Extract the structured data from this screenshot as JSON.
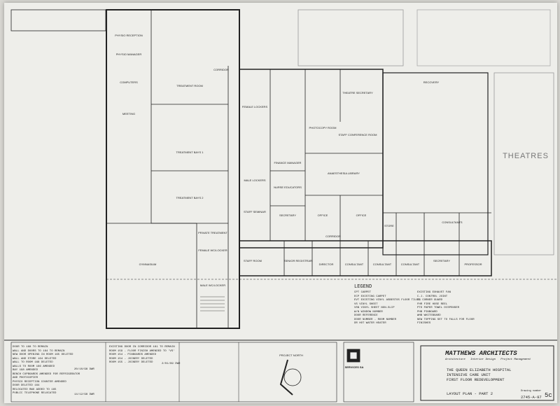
{
  "rooms": {
    "theatres": "THEATRES",
    "recovery": "RECOVERY",
    "theatre_secretary": "THEATRE SECRETARY",
    "treatment_room": "TREATMENT ROOM",
    "treatment_bays_1": "TREATMENT BAYS 1",
    "treatment_bays_2": "TREATMENT BAYS 2",
    "gymnasium": "GYMNASIUM",
    "staff_room": "STAFF ROOM",
    "senior_registrar": "SENIOR REGISTRAR",
    "director": "DIRECTOR",
    "consultant": "CONSULTANT",
    "secretary": "SECRETARY",
    "professor": "PROFESSOR",
    "store": "STORE",
    "consultants": "CONSULTANTS",
    "library": "ANAESTHESIA LIBRARY",
    "office": "OFFICE",
    "photocopy": "PHOTOCOPY ROOM",
    "conference": "STAFF CONFERENCE ROOM",
    "finance": "FINANCE MANAGER",
    "nurse_educators": "NURSE EDUCATORS",
    "female_lockers": "FEMALE LOCKERS",
    "male_lockers": "MALE LOCKERS",
    "private_treatment": "PRIVATE TREATMENT",
    "female_wc": "FEMALE WC/LOCKER",
    "male_wc": "MALE WC/LOCKER",
    "corridor": "CORRIDOR",
    "physio_manager": "PHYSIO MANAGER",
    "computers": "COMPUTERS",
    "meeting": "MEETING",
    "physio_reception": "PHYSIO RECEPTION",
    "staff_seminar": "STAFF SEMINAR"
  },
  "legend": {
    "title": "LEGEND",
    "left": [
      "CPT  CARPET",
      "ECP  EXISTING CARPET",
      "EVT  EXISTING VINYL ASBESTOS FLOOR TILES",
      "VS   VINYL SHEET",
      "VSN  VINYL SHEET NON-SLIP",
      "W/N  WINDOW NUMBER",
      "     DOOR REFERENCE",
      "     DOOR NUMBER - ROOM NUMBER",
      "     DR HOT WATER HEATER"
    ],
    "right": [
      "C.J.  CONTROL JOINT",
      "CG    CORNER GUARD",
      "FHR   FIRE HOSE REEL",
      "PTD   PAPER TOWEL DISPENSER",
      "PHB   PINBOARD",
      "WHB   WHITEBOARD",
      "      NEW TOPPING SET TO FALLS FOR FLOOR FINISHES"
    ],
    "exhaust": "EXISTING EXHAUST FAN"
  },
  "revisions": {
    "A": [
      "DOOR TO 168 TO REMAIN",
      "WALL AND DOORS TO 164 TO REMAIN",
      "NEW DOOR OPENING IN ROOM 165 DELETED",
      "WALL AND STORE 164 DELETED",
      "WALL TO ROOM 168 DELETED",
      "WALLS TO ROOM 166 AMENDED"
    ],
    "A_date": "20/10/98 DWR",
    "B": [
      "BAY 198 AMENDED",
      "BENCH CUPBOARDS AMENDED FOR REFRIGERATOR",
      "AND PHOTOCOPIER",
      "PHYSIO RECEPTION COUNTER AMENDED",
      "DOOR DELETED 164",
      "RELOCATED RWO ADDED TO 165",
      "PUBLIC TELEPHONE RELOCATED"
    ],
    "B_date": "14/12/98 DWR",
    "C": [
      "EXISTING DOOR IN CORRIDOR 181 TO REMAIN",
      "ROOM 159 - FLOOR FINISH AMENDED TO 'VS'",
      "ROOM 154 - PINBOARDS AMENDED",
      "ROOM 154 - JOINERY DELETED",
      "ROOM 155 - JOINERY DELETED"
    ],
    "C_date": "2/01/99 DWR"
  },
  "north": "PROJECT NORTH",
  "services": "SERVICES SA",
  "title_block": {
    "firm": "MATTHEWS ARCHITECTS",
    "tagline": "Architecture   Interior Design   Project Management",
    "project": [
      "THE QUEEN ELIZABETH HOSPITAL",
      "INTENSIVE CARE UNIT",
      "FIRST FLOOR REDEVELOPMENT"
    ],
    "sheet_title": "LAYOUT PLAN - PART 2",
    "drawing_label": "Drawing number",
    "drawing_number": "2745-A-97",
    "revision": "5c"
  }
}
